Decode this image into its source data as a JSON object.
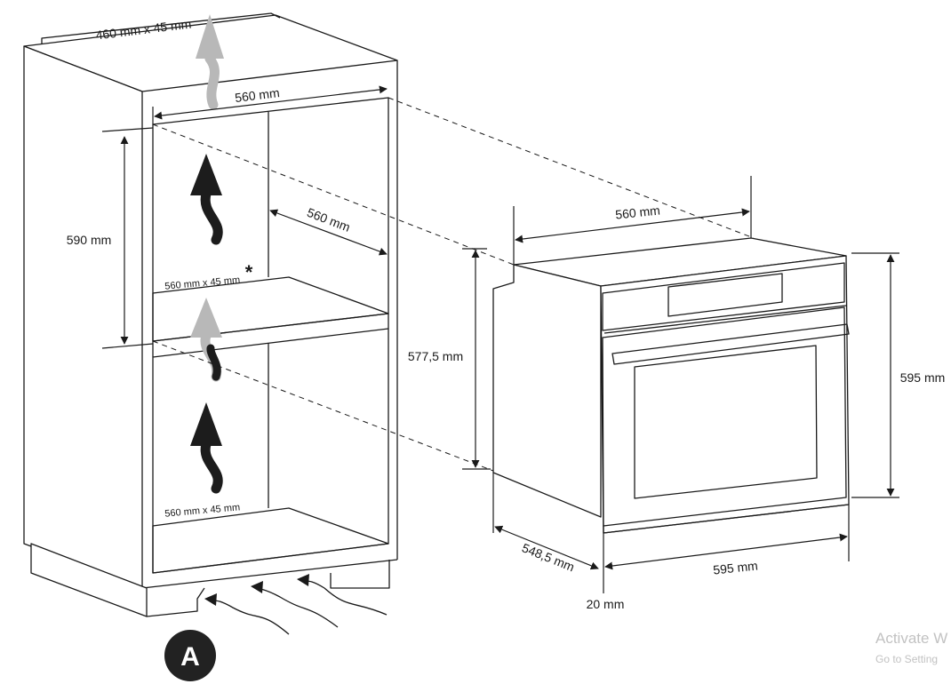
{
  "cabinet": {
    "top_vent": "460 mm x 45 mm",
    "inner_width": "560 mm",
    "niche_height": "590 mm",
    "niche_depth": "560 mm",
    "upper_shelf_vent": "560 mm x 45 mm",
    "upper_shelf_mark": "*",
    "lower_shelf_vent": "560 mm x 45 mm",
    "badge": "A"
  },
  "oven": {
    "width_top": "560 mm",
    "body_height": "577,5 mm",
    "front_height": "595 mm",
    "depth": "548,5 mm",
    "front_width": "595 mm",
    "door_offset": "20 mm"
  },
  "watermark": {
    "title": "Activate W",
    "subtitle": "Go to Setting"
  },
  "colors": {
    "line": "#1a1a1a",
    "arrow_dark": "#1c1c1c",
    "arrow_light": "#b8b8b8",
    "badge_fill": "#222222"
  }
}
